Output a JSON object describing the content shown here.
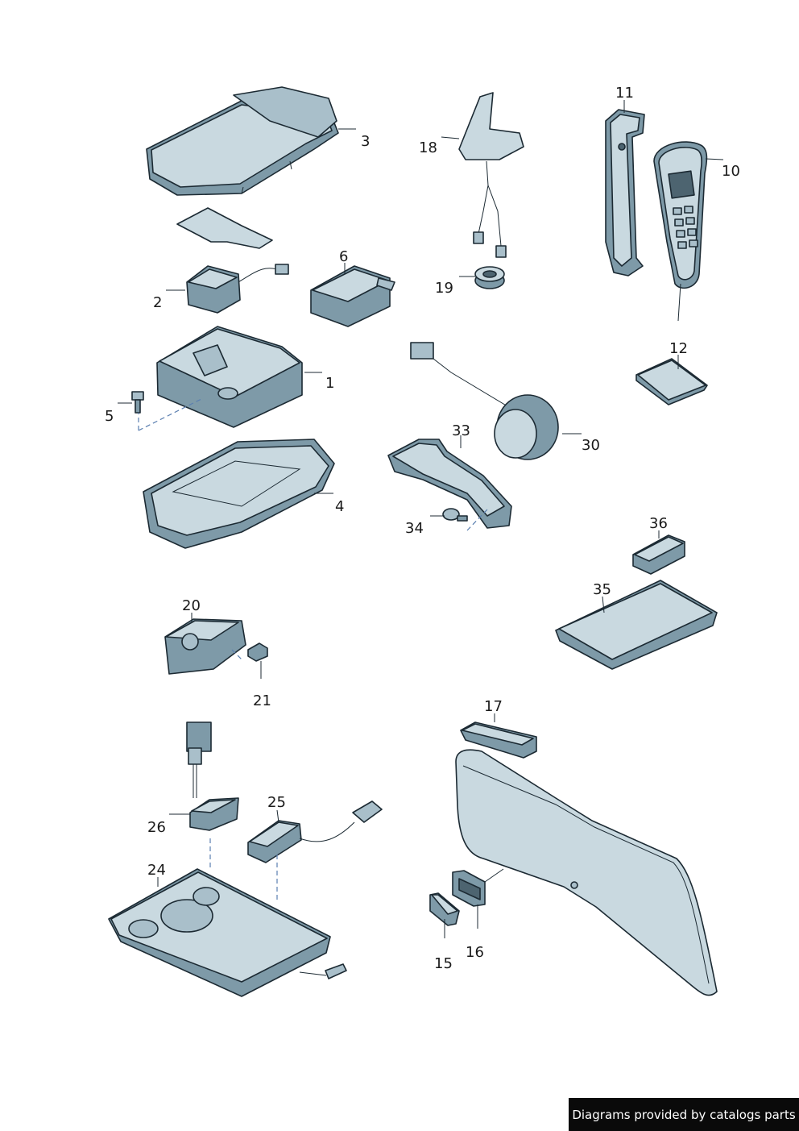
{
  "callouts": [
    {
      "id": "1",
      "label": "1"
    },
    {
      "id": "2",
      "label": "2"
    },
    {
      "id": "3",
      "label": "3"
    },
    {
      "id": "4",
      "label": "4"
    },
    {
      "id": "5",
      "label": "5"
    },
    {
      "id": "6",
      "label": "6"
    },
    {
      "id": "10",
      "label": "10"
    },
    {
      "id": "11",
      "label": "11"
    },
    {
      "id": "12",
      "label": "12"
    },
    {
      "id": "15",
      "label": "15"
    },
    {
      "id": "16",
      "label": "16"
    },
    {
      "id": "17",
      "label": "17"
    },
    {
      "id": "18",
      "label": "18"
    },
    {
      "id": "19",
      "label": "19"
    },
    {
      "id": "20",
      "label": "20"
    },
    {
      "id": "21",
      "label": "21"
    },
    {
      "id": "24",
      "label": "24"
    },
    {
      "id": "25",
      "label": "25"
    },
    {
      "id": "26",
      "label": "26"
    },
    {
      "id": "30",
      "label": "30"
    },
    {
      "id": "33",
      "label": "33"
    },
    {
      "id": "34",
      "label": "34"
    },
    {
      "id": "35",
      "label": "35"
    },
    {
      "id": "36",
      "label": "36"
    }
  ],
  "credit": "Diagrams provided by catalogs parts",
  "colors": {
    "part_light": "#c9d9e0",
    "part_mid": "#a9bfca",
    "part_shadow": "#7e9aa8",
    "outline": "#1c2a33",
    "dash": "#5b7fb0"
  }
}
